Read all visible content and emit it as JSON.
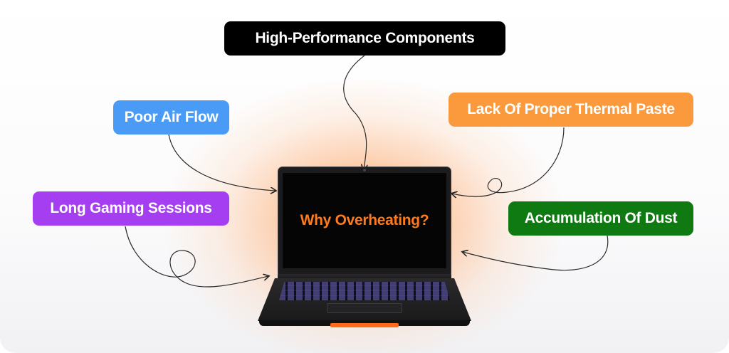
{
  "center": {
    "text": "Why Overheating?",
    "color": "#ff7a1a"
  },
  "causes": [
    {
      "text": "High-Performance Components",
      "color": "#000000"
    },
    {
      "text": "Poor Air Flow",
      "color": "#4a9bf5"
    },
    {
      "text": "Lack Of Proper Thermal Paste",
      "color": "#fb9a3c"
    },
    {
      "text": "Long Gaming Sessions",
      "color": "#a53ef0"
    },
    {
      "text": "Accumulation Of Dust",
      "color": "#0f7a12"
    }
  ]
}
